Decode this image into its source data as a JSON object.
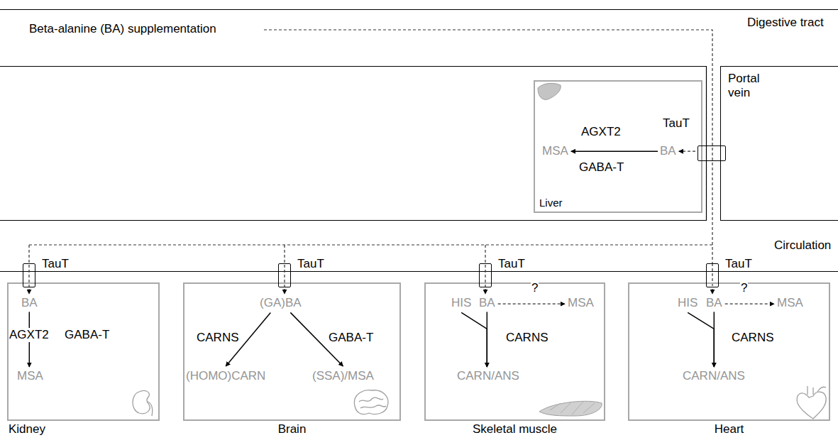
{
  "diagram": {
    "nodes": [
      {
        "text": [
          "Portal vein"
        ]
      },
      {
        "text": [
          "Liver"
        ]
      },
      {
        "text": [
          "MSA"
        ],
        "in": 1
      },
      {
        "text": [
          "BA"
        ],
        "in": 1
      },
      {
        "text": [
          "TauT"
        ]
      },
      {
        "text": [
          "Kidney"
        ]
      },
      {
        "text": [
          "BA"
        ],
        "in": 5
      },
      {
        "text": [
          "MSA"
        ],
        "in": 5
      },
      {
        "text": [
          "TauT"
        ]
      },
      {
        "text": [
          "Brain"
        ]
      },
      {
        "text": [
          "(GA)BA"
        ],
        "in": 9
      },
      {
        "text": [
          "(HOMO)CARN"
        ],
        "in": 9
      },
      {
        "text": [
          "(SSA)/MSA"
        ],
        "in": 9
      },
      {
        "text": [
          "TauT"
        ]
      },
      {
        "text": [
          "Skeletal muscle"
        ]
      },
      {
        "text": [
          "HIS"
        ],
        "in": 14
      },
      {
        "text": [
          "BA"
        ],
        "in": 14
      },
      {
        "text": [
          "MSA"
        ],
        "in": 14
      },
      {
        "text": [
          "CARN/ANS"
        ],
        "in": 14
      },
      {
        "text": [
          "TauT"
        ]
      },
      {
        "text": [
          "Heart"
        ]
      },
      {
        "text": [
          "HIS"
        ],
        "in": 20
      },
      {
        "text": [
          "BA"
        ],
        "in": 20
      },
      {
        "text": [
          "MSA"
        ],
        "in": 20
      },
      {
        "text": [
          "CARN/ANS"
        ],
        "in": 20
      },
      {
        "text": [
          "TauT"
        ]
      }
    ],
    "edges": [
      {
        "from": 3,
        "to": 2,
        "label": "AGXT2",
        "arrow": "to"
      },
      {
        "from": 6,
        "to": 7,
        "label": "AGXT2",
        "arrow": "to"
      },
      {
        "from": 10,
        "to": 11,
        "label": "CARNS",
        "arrow": "to"
      },
      {
        "from": 10,
        "to": 12,
        "label": "GABA-T",
        "arrow": "to"
      },
      {
        "from": 16,
        "to": 17,
        "label": "?",
        "arrow": "to"
      },
      {
        "from": 16,
        "to": 18,
        "label": "CARNS",
        "arrow": "to"
      },
      {
        "from": 15,
        "to": 18,
        "arrow": "to"
      },
      {
        "from": 22,
        "to": 23,
        "label": "?",
        "arrow": "to"
      },
      {
        "from": 22,
        "to": 24,
        "label": "CARNS",
        "arrow": "to"
      },
      {
        "from": 21,
        "to": 24,
        "arrow": "to"
      },
      {
        "from": 4,
        "to": 3,
        "arrow": "to"
      },
      {
        "from": 8,
        "to": 6,
        "arrow": "to"
      },
      {
        "from": 13,
        "to": 10,
        "arrow": "to"
      },
      {
        "from": 19,
        "to": 16,
        "arrow": "to"
      },
      {
        "from": 25,
        "to": 22,
        "arrow": "to"
      }
    ],
    "labels": [
      "Beta-alanine (BA) supplementation",
      "Digestive tract",
      "Circulation",
      "GABA-T",
      "GABA-T"
    ]
  }
}
